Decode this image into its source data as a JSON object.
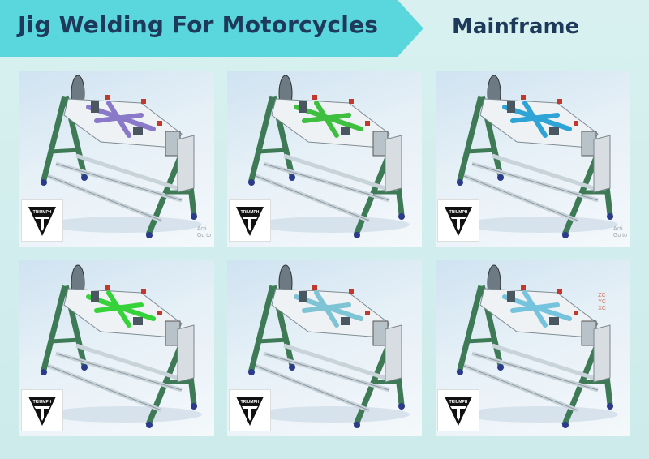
{
  "header": {
    "title": "Jig Welding For Motorcycles",
    "subtitle": "Mainframe"
  },
  "colors": {
    "banner": "#5ad7dd",
    "title_text": "#1e3a5a",
    "frame_green": "#3f7a57"
  },
  "logo": {
    "brand_text": "TRIUMPH"
  },
  "panels": [
    {
      "jig_color": "#8a78c8",
      "watermark": "Acti\nGo to"
    },
    {
      "jig_color": "#3fbf3f",
      "watermark": ""
    },
    {
      "jig_color": "#2ea3d6",
      "watermark": "Acti\nGo to"
    },
    {
      "jig_color": "#36d23a",
      "watermark": ""
    },
    {
      "jig_color": "#7fc4d4",
      "watermark": ""
    },
    {
      "jig_color": "#76c3dd",
      "watermark": "ZC\nYC\nXC"
    }
  ]
}
